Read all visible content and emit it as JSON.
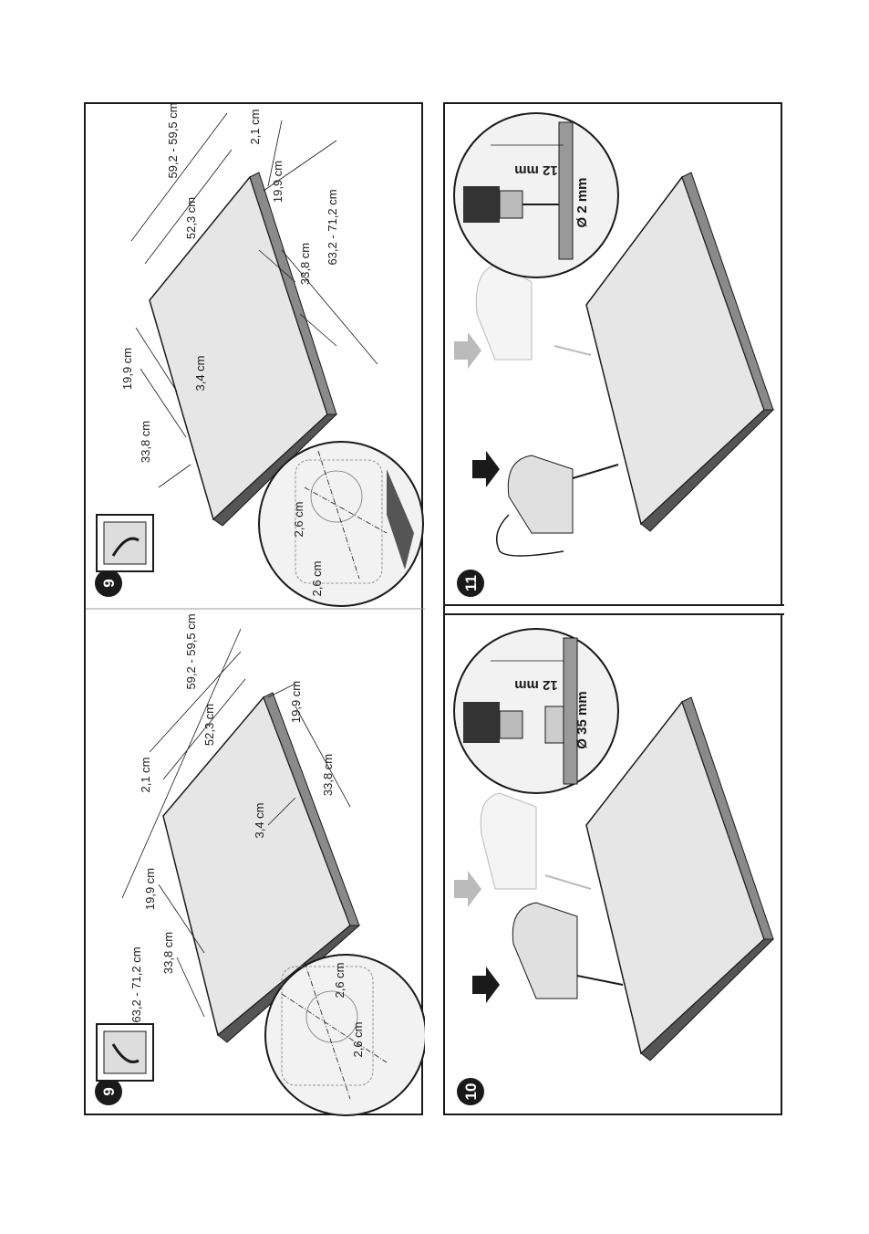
{
  "steps": {
    "step_9_top": {
      "number": "9",
      "labels": {
        "d1": "2,1 cm",
        "d2": "59,2 - 59,5 cm",
        "d3": "52,3 cm",
        "d4": "19,9 cm",
        "d5": "33,8 cm",
        "d6": "63,2 - 71,2 cm",
        "d7": "19,9 cm",
        "d8": "3,4 cm",
        "d9": "33,8 cm",
        "d10": "2,6 cm",
        "d11": "2,6 cm"
      }
    },
    "step_9_bottom": {
      "number": "9",
      "labels": {
        "d1": "2,1 cm",
        "d2": "59,2 - 59,5 cm",
        "d3": "52,3 cm",
        "d4": "19,9 cm",
        "d5": "33,8 cm",
        "d6": "63,2 - 71,2 cm",
        "d7": "19,9 cm",
        "d8": "3,4 cm",
        "d9": "33,8 cm",
        "d10": "2,6 cm",
        "d11": "2,6 cm"
      }
    },
    "step_11": {
      "number": "11",
      "depth": "12 mm",
      "diameter": "Ø 2 mm"
    },
    "step_10": {
      "number": "10",
      "depth": "12 mm",
      "diameter": "Ø 35 mm"
    }
  }
}
